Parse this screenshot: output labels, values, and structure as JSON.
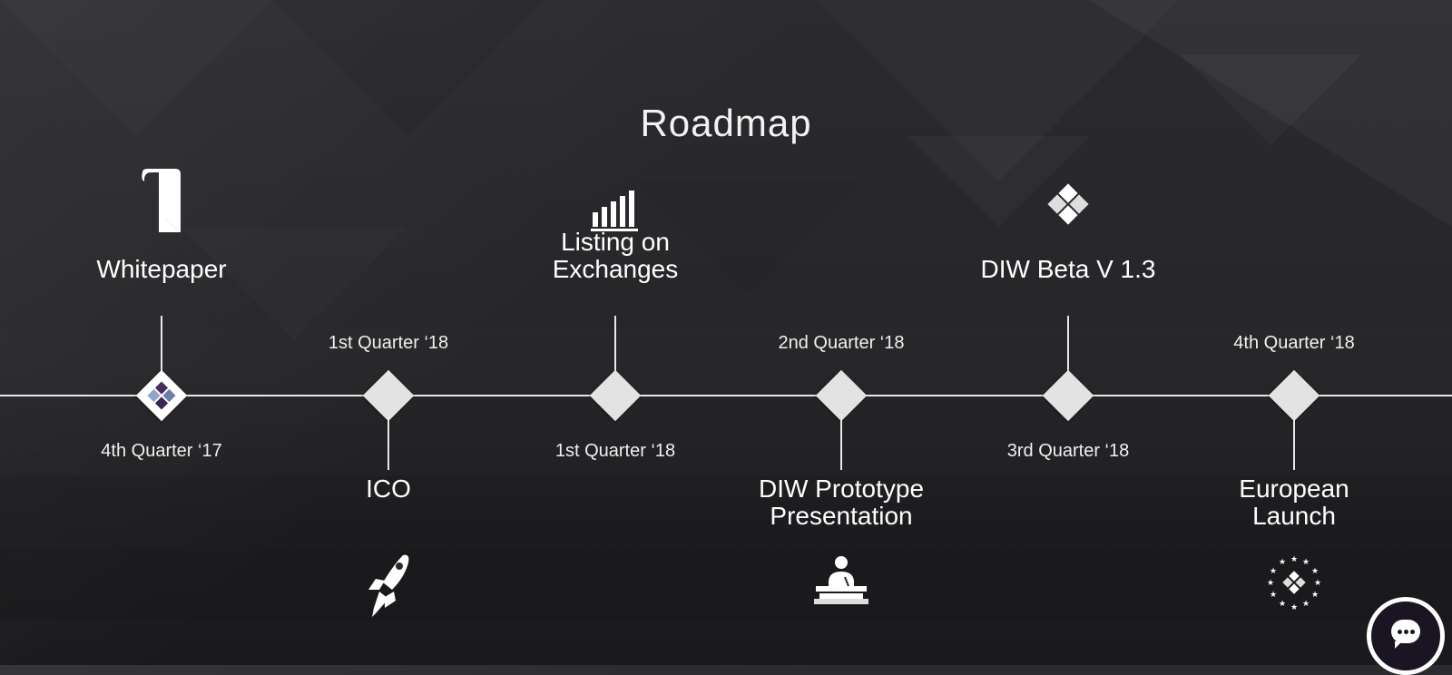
{
  "page": {
    "title": "Roadmap"
  },
  "colors": {
    "line": "#e8e8e8",
    "diamond": "#e3e3e3",
    "background": "#262629",
    "chat_button": "#1a1423"
  },
  "milestones": [
    {
      "label": "Whitepaper",
      "date": "4th Quarter ‘17",
      "icon": "bookmark-icon",
      "label_position": "above"
    },
    {
      "label": "ICO",
      "date": "1st Quarter ‘18",
      "icon": "rocket-icon",
      "label_position": "below"
    },
    {
      "label": "Listing on\nExchanges",
      "date": "1st Quarter ‘18",
      "icon": "bar-chart-icon",
      "label_position": "above"
    },
    {
      "label": "DIW Prototype\nPresentation",
      "date": "2nd Quarter ‘18",
      "icon": "presenter-podium-icon",
      "label_position": "below"
    },
    {
      "label": "DIW Beta V 1.3",
      "date": "3rd Quarter ‘18",
      "icon": "diamond-logo-icon",
      "label_position": "above"
    },
    {
      "label": "European\nLaunch",
      "date": "4th Quarter ‘18",
      "icon": "eu-stars-icon",
      "label_position": "below"
    }
  ],
  "chat_widget": {
    "icon": "chat-bubble-icon"
  }
}
